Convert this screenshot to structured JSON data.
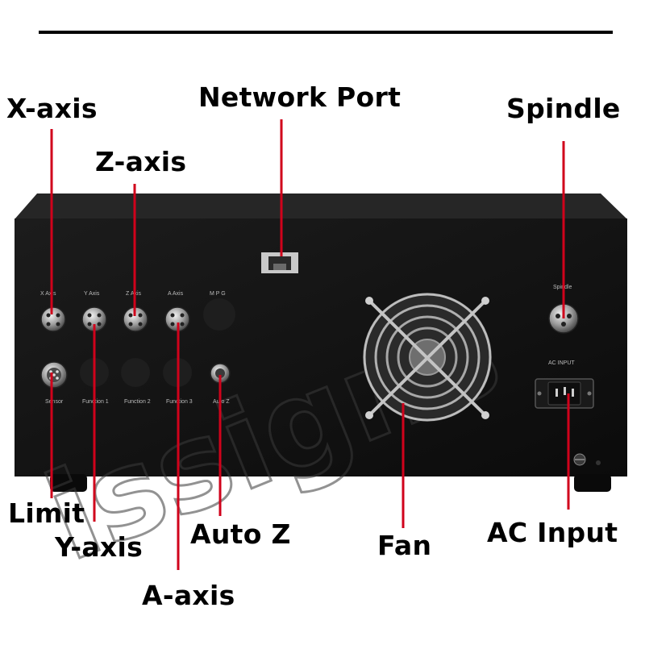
{
  "callouts": {
    "x_axis": "X-axis",
    "z_axis": "Z-axis",
    "network_port": "Network Port",
    "spindle": "Spindle",
    "limit": "Limit",
    "y_axis": "Y-axis",
    "auto_z": "Auto Z",
    "a_axis": "A-axis",
    "fan": "Fan",
    "ac_input": "AC Input"
  },
  "panel_labels": {
    "x_axis": "X Axis",
    "y_axis": "Y Axis",
    "z_axis": "Z Axis",
    "a_axis": "A Axis",
    "mpg": "M P G",
    "spindle": "Spindle",
    "ac_input": "AC INPUT",
    "sensor": "Sensor",
    "function1": "Function 1",
    "function2": "Function 2",
    "function3": "Function 3",
    "auto_z": "Auto Z"
  },
  "watermark": "issigns",
  "colors": {
    "leader_line": "#d0021b",
    "cabinet": "#141414",
    "background": "#ffffff"
  }
}
